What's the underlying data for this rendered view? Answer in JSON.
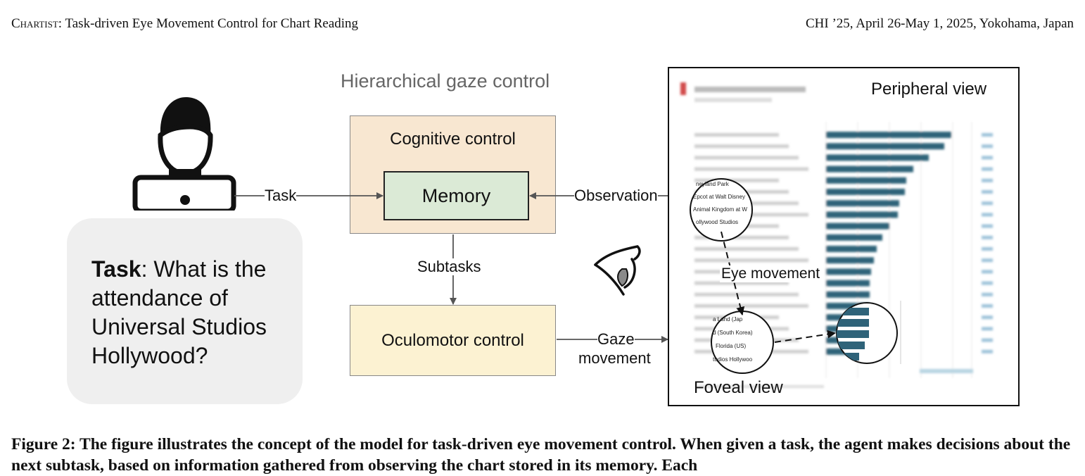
{
  "running_head": {
    "left_smallcaps": "Chartist",
    "left_rest": ": Task-driven Eye Movement Control for Chart Reading",
    "right": "CHI ’25, April 26-May 1, 2025, Yokohama, Japan"
  },
  "figure": {
    "title": "Hierarchical gaze control",
    "cognitive_label": "Cognitive control",
    "memory_label": "Memory",
    "oculomotor_label": "Oculomotor control",
    "edge_task": "Task",
    "edge_observation": "Observation",
    "edge_subtasks": "Subtasks",
    "edge_gaze_line1": "Gaze",
    "edge_gaze_line2": "movement",
    "task_bold": "Task",
    "task_rest": ": What is the attendance of Universal Studios Hollywood?",
    "peripheral_label": "Peripheral view",
    "eye_movement_label": "Eye movement",
    "foveal_label": "Foveal view",
    "foveal_top": [
      "neyland Park",
      "Epcot at Walt Disney",
      "Animal Kingdom at W",
      "ollywood Studios"
    ],
    "foveal_bottom": [
      "a Land (Jap",
      "d (South Korea)",
      "Florida (US)",
      "tudios Hollywoo"
    ],
    "icons": [
      "user-laptop-icon",
      "eye-icon"
    ],
    "colors": {
      "bar": "#2f6379",
      "cognitive": "#f8e7d1",
      "memory": "#dbead6",
      "oculomotor": "#fcf2d2"
    }
  },
  "caption": "Figure 2: The figure illustrates the concept of the model for task-driven eye movement control. When given a task, the agent makes decisions about the next subtask, based on information gathered from observing the chart stored in its memory. Each"
}
